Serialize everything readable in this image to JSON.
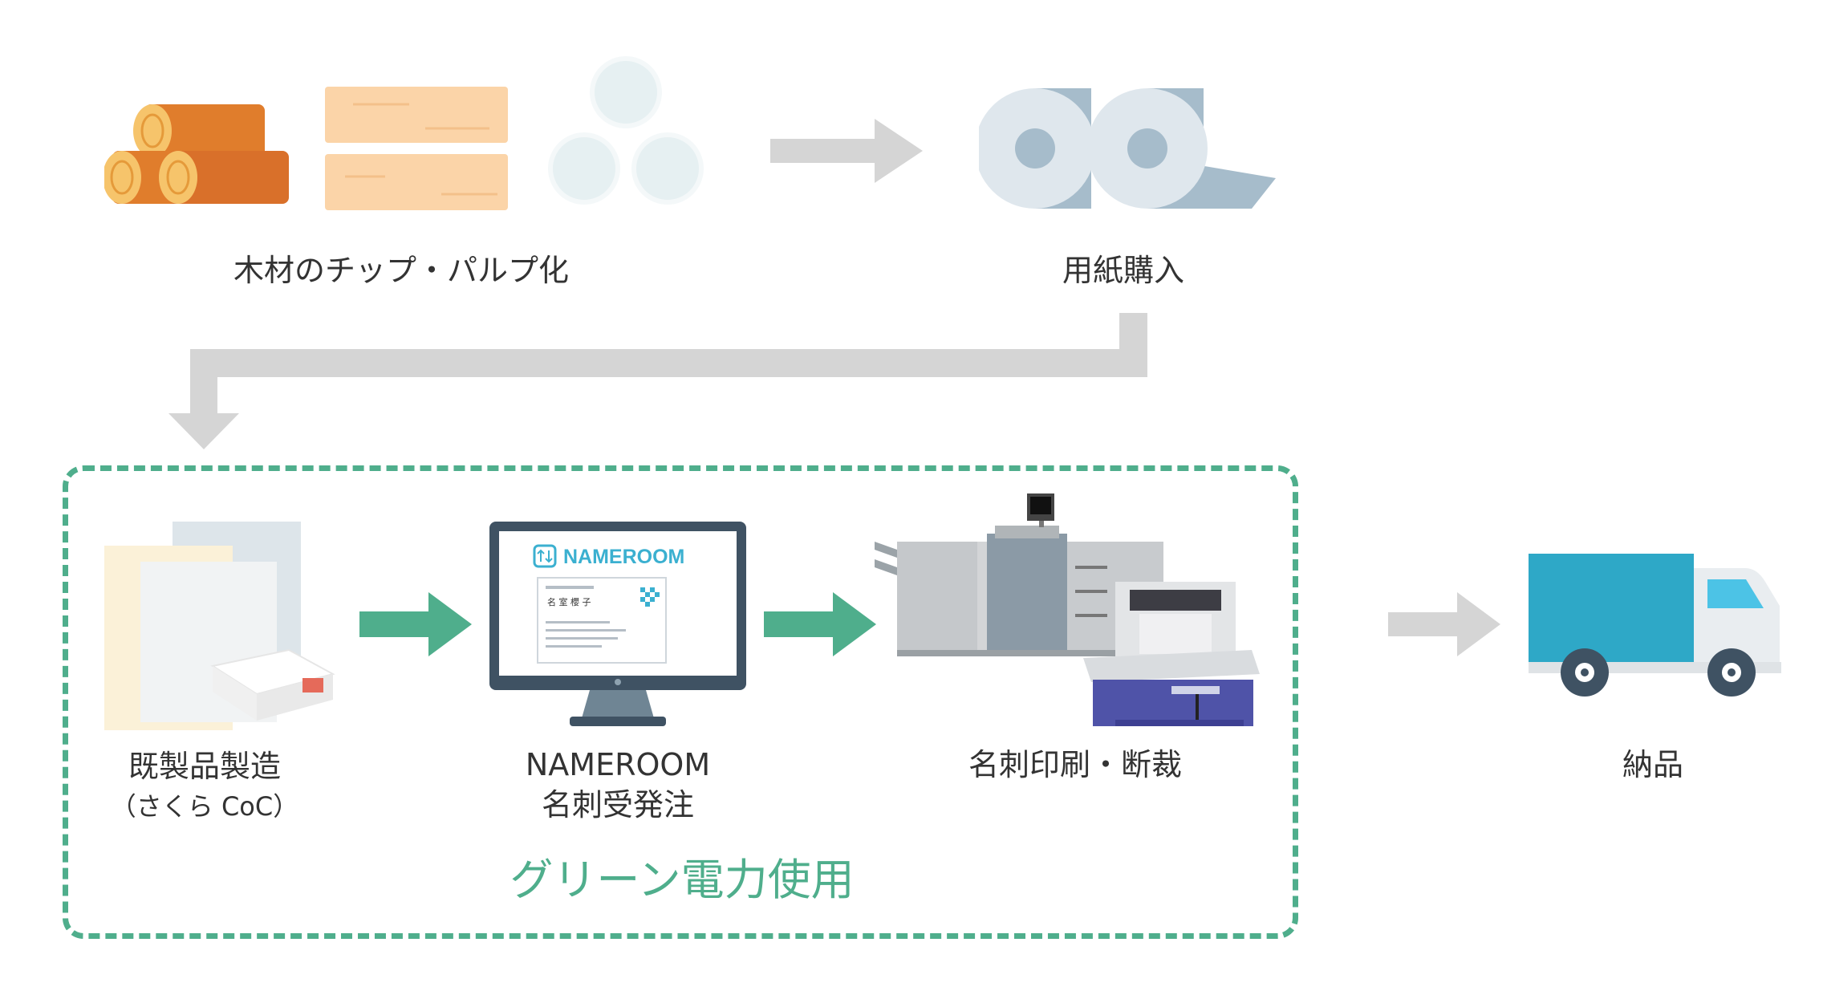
{
  "colors": {
    "flow_arrow": "#d5d5d5",
    "green_arrow": "#4fae8c",
    "dashed_border": "#4fae8c",
    "green_text": "#4fae8c",
    "nameroom_brand": "#3bb0d0",
    "truck_body": "#2ea8c7"
  },
  "steps": {
    "wood_pulp": {
      "label": "木材のチップ・パルプ化",
      "icon": "wood-logs-planks-pulp-icon"
    },
    "paper_purchase": {
      "label": "用紙購入",
      "icon": "paper-roll-icon"
    },
    "manufacturing": {
      "label": "既製品製造",
      "sublabel": "（さくら CoC）",
      "icon": "paper-sheets-box-icon"
    },
    "nameroom_order": {
      "label_line1": "NAMEROOM",
      "label_line2": "名刺受発注",
      "icon": "monitor-icon"
    },
    "printing_cutting": {
      "label": "名刺印刷・断裁",
      "icon": "printer-cutter-icon"
    },
    "delivery": {
      "label": "納品",
      "icon": "truck-icon"
    }
  },
  "monitor_screen": {
    "brand": "NAMEROOM",
    "card_name": "名 室 櫻 子"
  },
  "green_zone": {
    "label": "グリーン電力使用"
  }
}
